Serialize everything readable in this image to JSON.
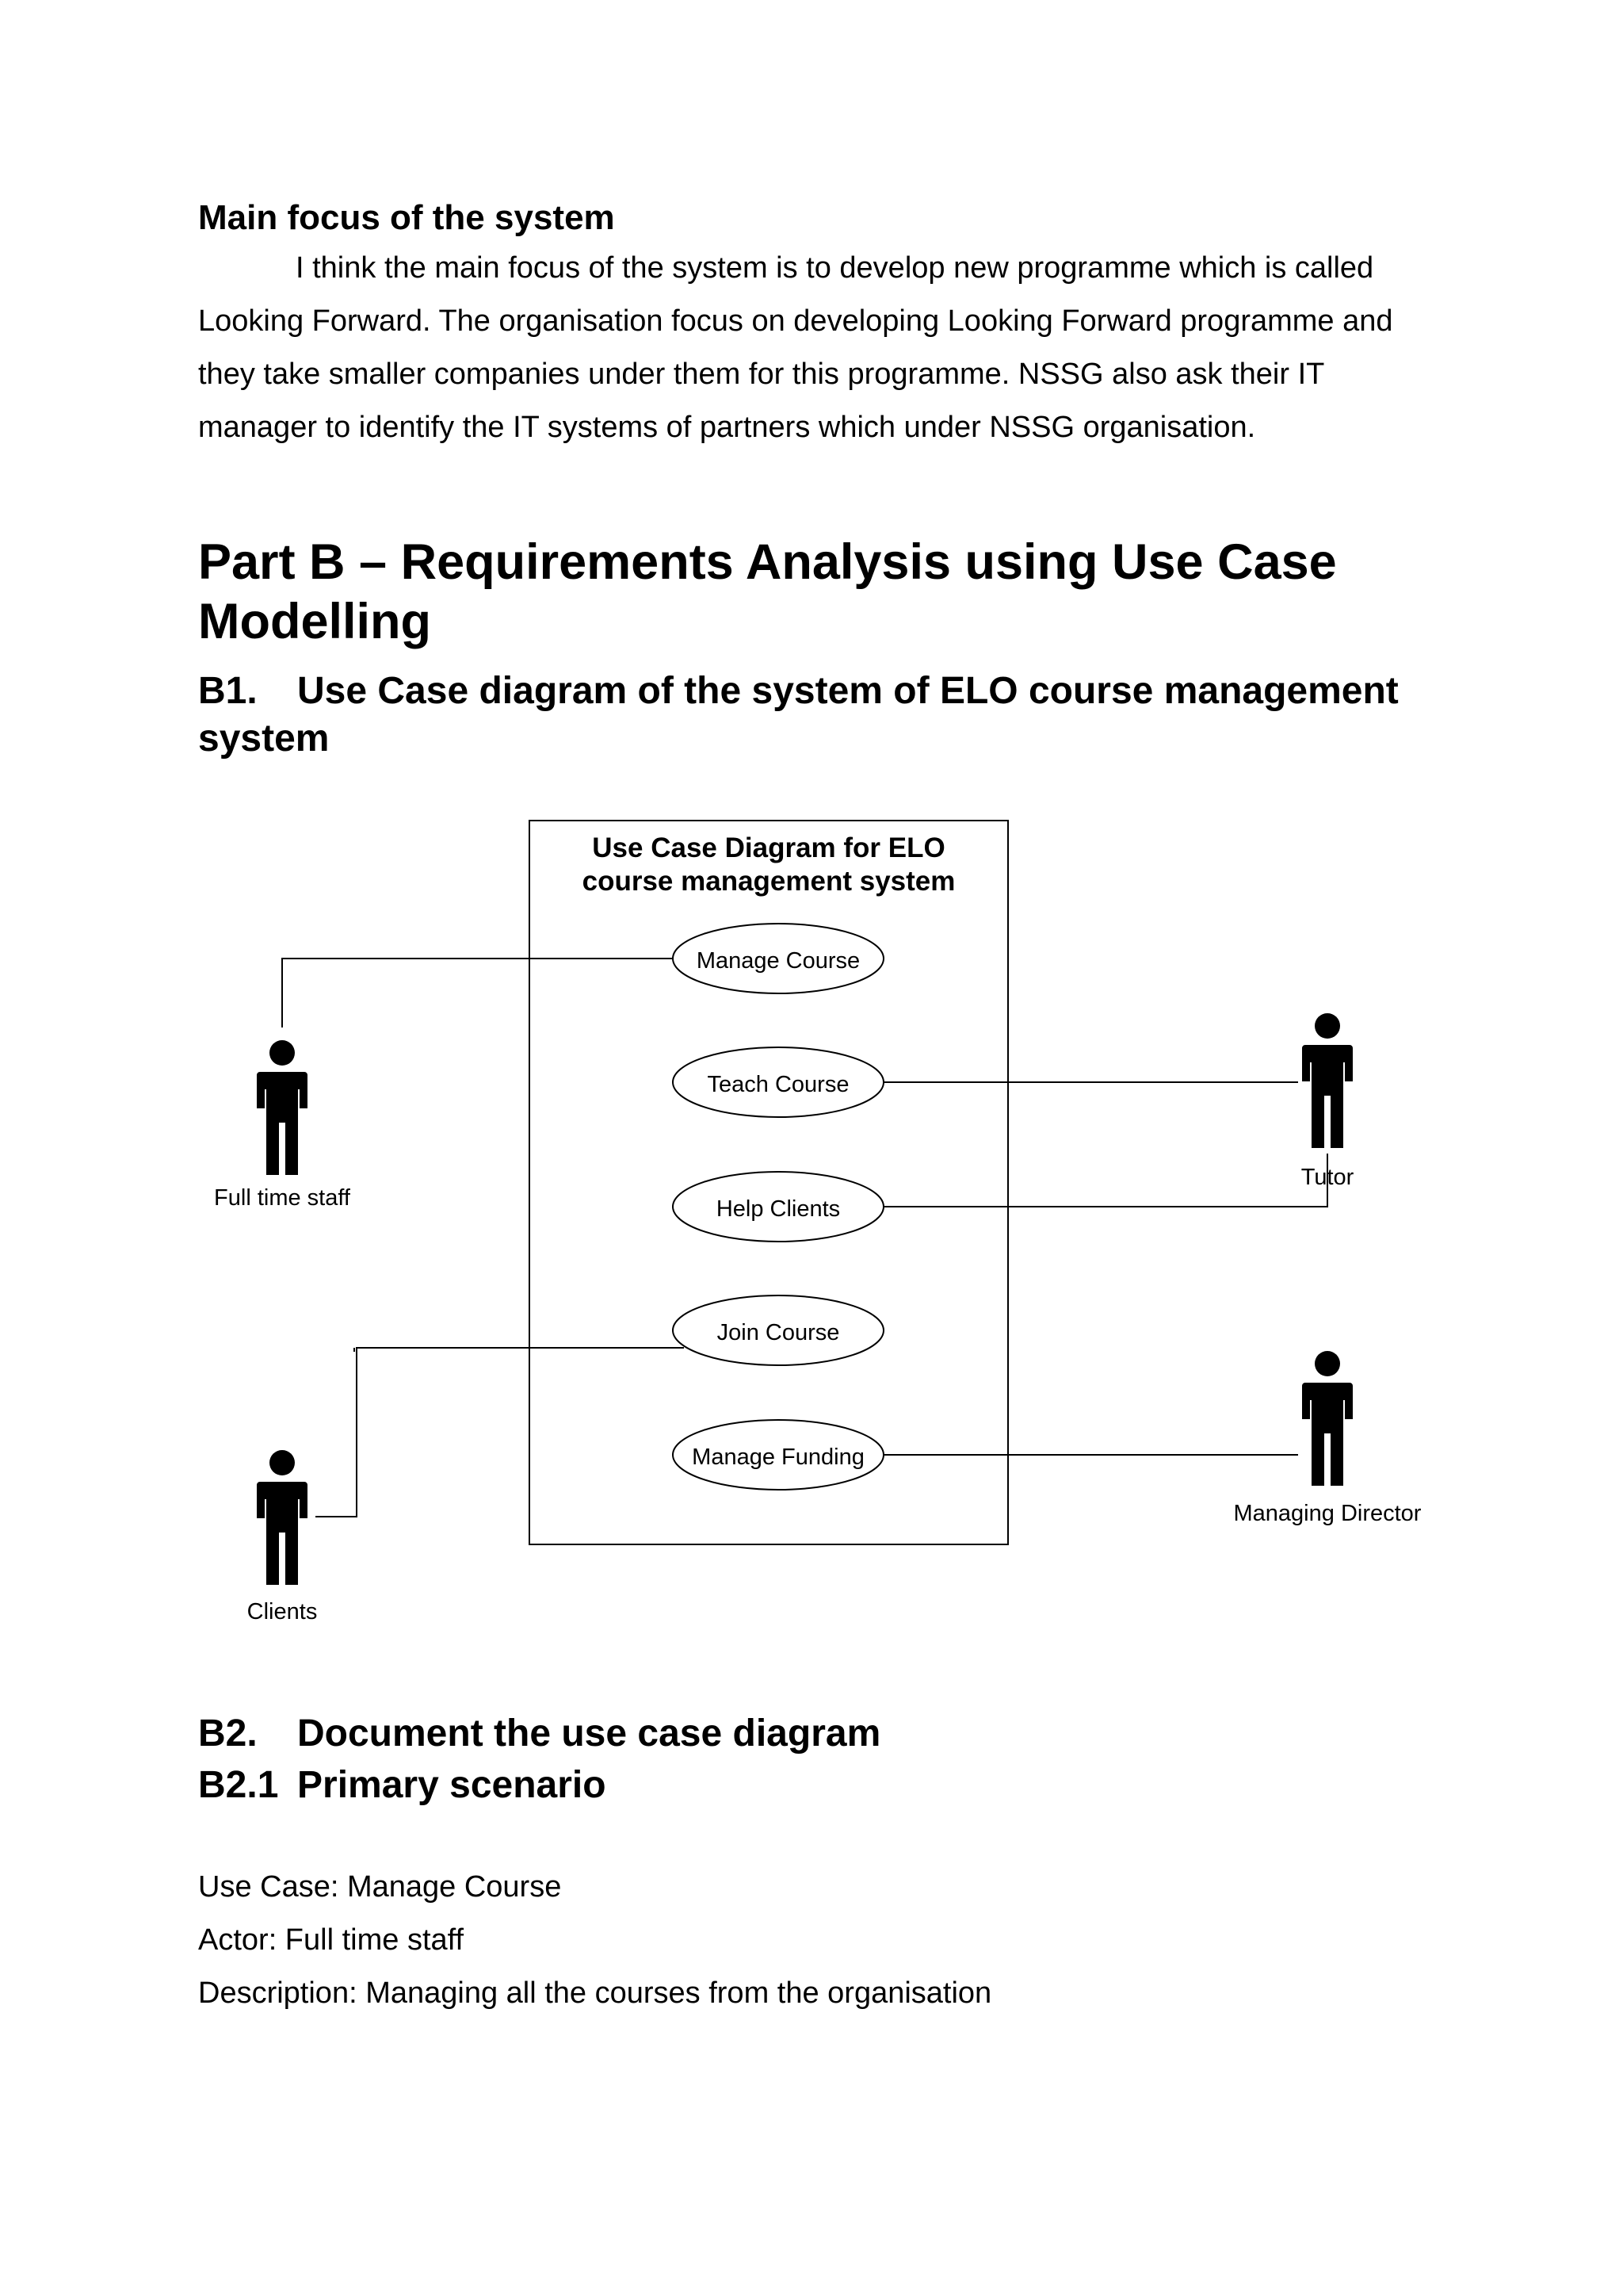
{
  "section_intro": {
    "heading": "Main focus of the system",
    "paragraph": "I think the main focus of the system is to develop new programme which is called Looking Forward. The organisation focus on developing Looking Forward programme and they take smaller companies under them for this programme. NSSG also ask their IT manager to identify the IT systems of partners which under NSSG organisation."
  },
  "part_b": {
    "heading": "Part B – Requirements Analysis using Use Case Modelling",
    "b1": {
      "number": "B1.",
      "title": "Use Case diagram of the system of ELO course management system"
    },
    "b2": {
      "number": "B2.",
      "title": "Document the use case diagram"
    },
    "b2_1": {
      "number": "B2.1",
      "title": "Primary scenario"
    }
  },
  "diagram": {
    "title_line1": "Use Case Diagram for ELO",
    "title_line2": "course management system",
    "use_cases": [
      "Manage Course",
      "Teach Course",
      "Help Clients",
      "Join Course",
      "Manage Funding"
    ],
    "actors": [
      "Full time staff",
      "Tutor",
      "Clients",
      "Managing Director"
    ]
  },
  "use_case_doc": {
    "use_case": "Use Case: Manage Course",
    "actor": "Actor: Full time staff",
    "description": "Description: Managing all the courses from the organisation"
  }
}
